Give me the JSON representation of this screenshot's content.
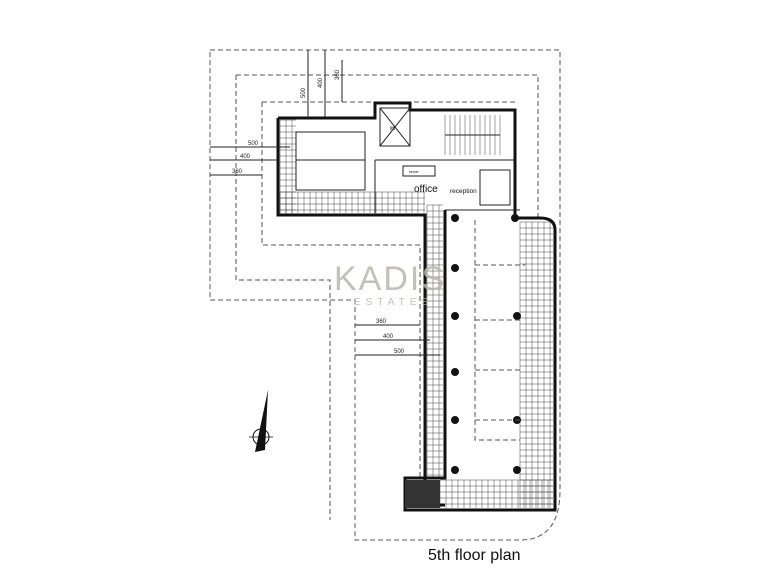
{
  "plan": {
    "title": "5th floor plan",
    "rooms": {
      "office": "office",
      "reception": "reception",
      "server": "server",
      "lift": "lift"
    },
    "dimensions": {
      "top": [
        "500",
        "400",
        "360"
      ],
      "left": [
        "500",
        "400",
        "360"
      ],
      "middle": [
        "360",
        "400",
        "500"
      ]
    },
    "watermark": {
      "brand": "KADIS",
      "sub": "ESTATES"
    },
    "compass": "north-arrow-icon"
  }
}
